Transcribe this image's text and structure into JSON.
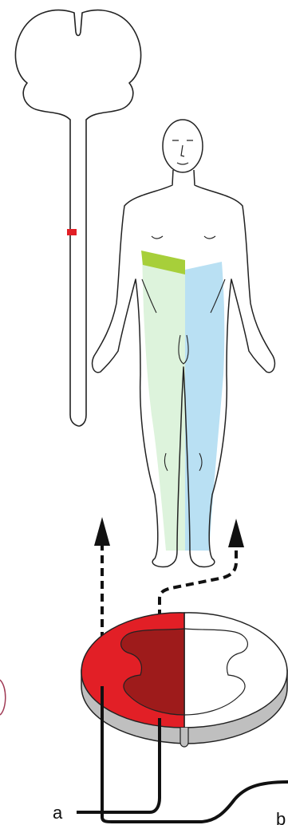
{
  "labels": {
    "a": "a",
    "b": "b"
  },
  "colors": {
    "outline": "#222222",
    "lesion_red": "#e21f26",
    "lesion_dark": "#9e1b1b",
    "left_sensory_green": "#ddf3dc",
    "right_sensory_blue": "#b9e0f3",
    "band_green": "#a7cf3a",
    "cord_side_gray": "#bfbfbf"
  },
  "icons": {
    "brain": "brain-outline",
    "body": "human-body-outline",
    "cord_section": "spinal-cord-cross-section",
    "arrows": "dashed-up-arrows"
  }
}
